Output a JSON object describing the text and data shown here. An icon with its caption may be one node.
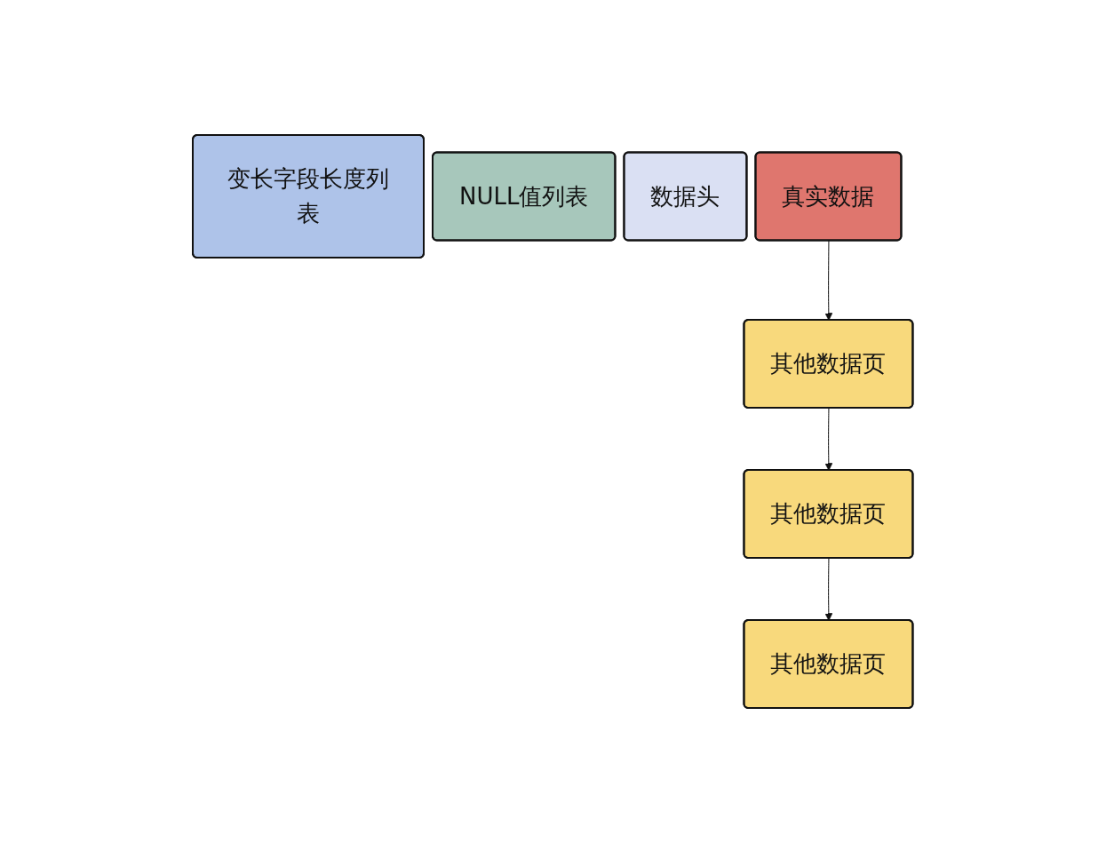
{
  "diagram": {
    "nodes": [
      {
        "text": [
          "变长字段长度列表"
        ]
      },
      {
        "text": [
          "NULL值列表"
        ]
      },
      {
        "text": [
          "数据头"
        ]
      },
      {
        "text": [
          "真实数据"
        ]
      },
      {
        "text": [
          "其他数据页"
        ]
      },
      {
        "text": [
          "其他数据页"
        ]
      },
      {
        "text": [
          "其他数据页"
        ]
      }
    ],
    "edges": [
      {
        "from": 3,
        "to": 4,
        "arrow": "to"
      },
      {
        "from": 4,
        "to": 5,
        "arrow": "to"
      },
      {
        "from": 5,
        "to": 6,
        "arrow": "to"
      }
    ]
  }
}
